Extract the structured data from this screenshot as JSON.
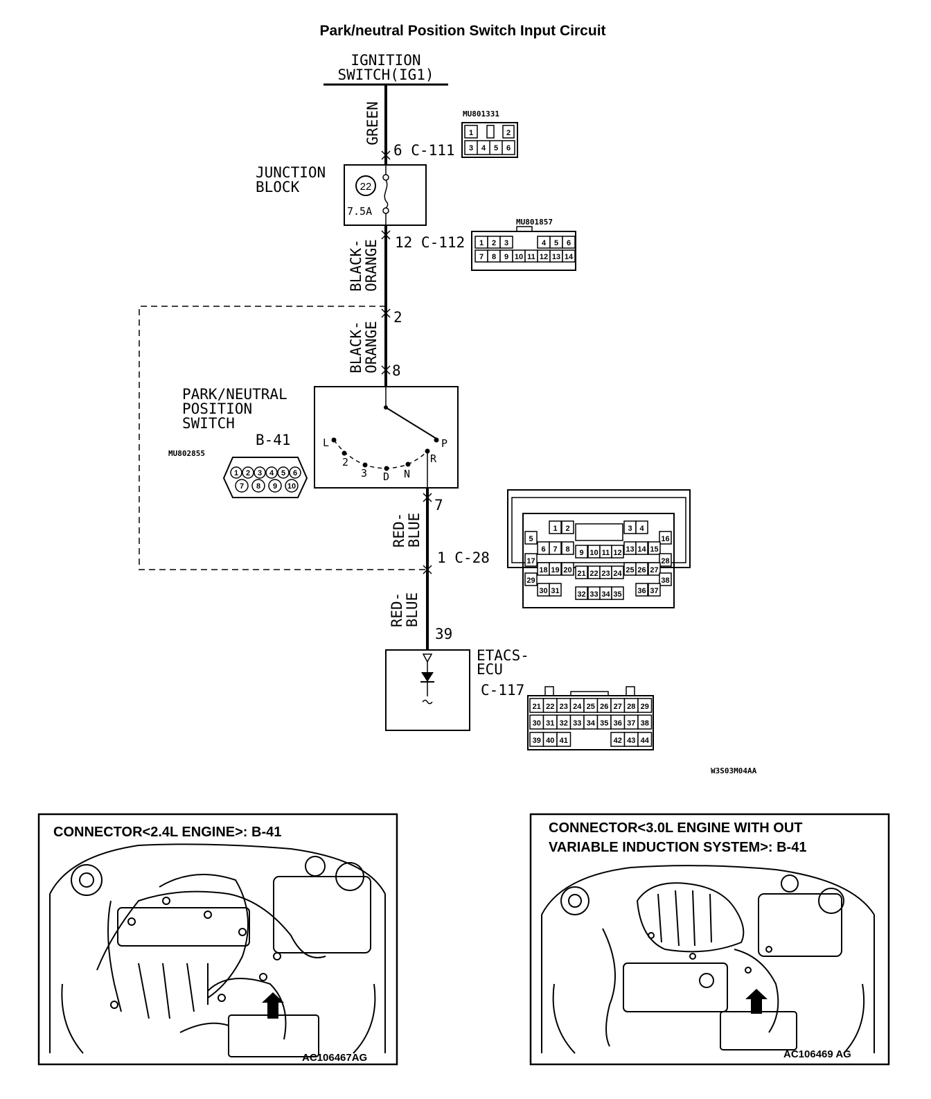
{
  "title": "Park/neutral Position Switch Input Circuit",
  "ignition": {
    "line1": "IGNITION",
    "line2": "SWITCH(IG1)"
  },
  "wires": {
    "green": "GREEN",
    "black1": "BLACK-",
    "orange1": "ORANGE",
    "black2": "BLACK-",
    "orange2": "ORANGE",
    "red1": "RED-",
    "blue1": "BLUE",
    "red2": "RED-",
    "blue2": "BLUE"
  },
  "connectors": {
    "c111": {
      "label": "6 C-111",
      "part": "MU801331",
      "pins": [
        "1",
        "2",
        "3",
        "4",
        "5",
        "6"
      ]
    },
    "c112": {
      "label": "12 C-112",
      "part": "MU801857",
      "pins": [
        "1",
        "2",
        "3",
        "4",
        "5",
        "6",
        "7",
        "8",
        "9",
        "10",
        "11",
        "12",
        "13",
        "14"
      ]
    },
    "b41": {
      "label": "B-41",
      "part": "MU802855",
      "pins": [
        "1",
        "2",
        "3",
        "4",
        "5",
        "6",
        "7",
        "8",
        "9",
        "10"
      ]
    },
    "c28": {
      "label": "1 C-28",
      "pins": [
        "1",
        "2",
        "3",
        "4",
        "5",
        "6",
        "7",
        "8",
        "9",
        "10",
        "11",
        "12",
        "13",
        "14",
        "15",
        "16",
        "17",
        "18",
        "19",
        "20",
        "21",
        "22",
        "23",
        "24",
        "25",
        "26",
        "27",
        "28",
        "29",
        "30",
        "31",
        "32",
        "33",
        "34",
        "35",
        "36",
        "37",
        "38"
      ]
    },
    "c117": {
      "label": "C-117",
      "pins": [
        "21",
        "22",
        "23",
        "24",
        "25",
        "26",
        "27",
        "28",
        "29",
        "30",
        "31",
        "32",
        "33",
        "34",
        "35",
        "36",
        "37",
        "38",
        "39",
        "40",
        "41",
        "42",
        "43",
        "44"
      ]
    }
  },
  "junction": {
    "line1": "JUNCTION",
    "line2": "BLOCK",
    "fuse": "22",
    "rating": "7.5A"
  },
  "pins_on_wire": {
    "p2": "2",
    "p8": "8",
    "p7": "7",
    "p39": "39"
  },
  "switch": {
    "line1": "PARK/NEUTRAL",
    "line2": "POSITION",
    "line3": "SWITCH",
    "positions": [
      "L",
      "2",
      "3",
      "D",
      "N",
      "R",
      "P"
    ]
  },
  "ecu": {
    "line1": "ETACS-",
    "line2": "ECU"
  },
  "diagram_code": "W3S03M04AA",
  "panels": [
    {
      "title_line1": "CONNECTOR<2.4L ENGINE>: B-41",
      "title_line2": "",
      "code": "AC106467AG"
    },
    {
      "title_line1": "CONNECTOR<3.0L ENGINE WITH OUT",
      "title_line2": "VARIABLE INDUCTION SYSTEM>: B-41",
      "code": "AC106469 AG"
    }
  ]
}
